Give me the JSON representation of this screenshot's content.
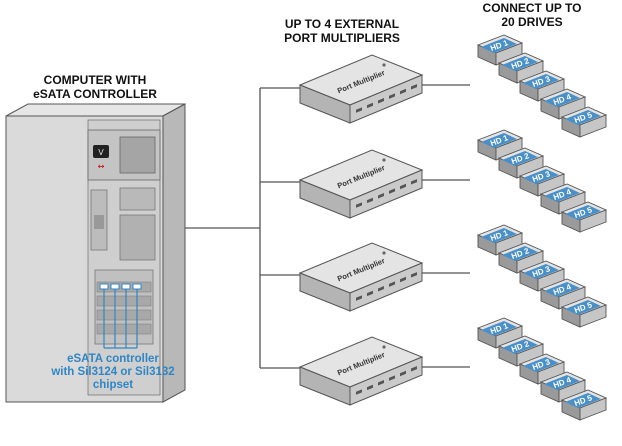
{
  "labels": {
    "computer_line1": "COMPUTER WITH",
    "computer_line2": "eSATA CONTROLLER",
    "pm_line1": "UP TO 4 EXTERNAL",
    "pm_line2": "PORT MULTIPLIERS",
    "drives_line1": "CONNECT UP TO",
    "drives_line2": "20 DRIVES",
    "controller_line1": "eSATA controller",
    "controller_line2": "with Sil3124 or Sil3132",
    "controller_line3": "chipset"
  },
  "port_multiplier_label": "Port Multiplier",
  "drive_labels": [
    "HD 1",
    "HD 2",
    "HD 3",
    "HD 4",
    "HD 5"
  ],
  "colors": {
    "controller_accent": "#2f86c4",
    "drive_label_bg": "#4a90c8",
    "line": "#555555"
  }
}
